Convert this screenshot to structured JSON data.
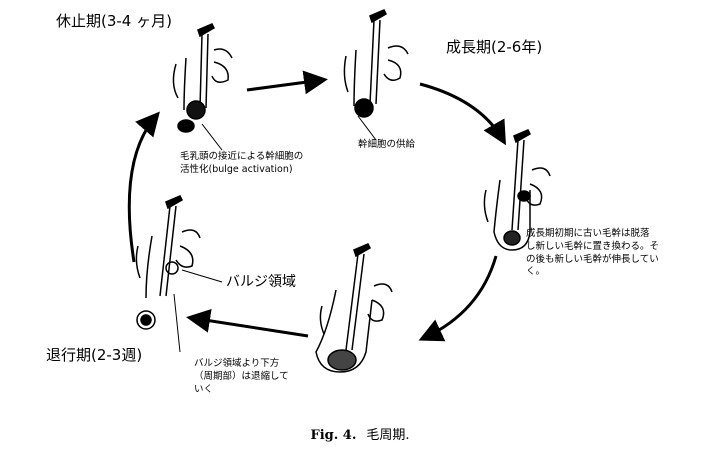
{
  "phases": {
    "telogen": "休止期(3-4 ヶ月)",
    "anagen": "成長期(2-6年)",
    "catagen": "退行期(2-3週)"
  },
  "notes": {
    "bulge_activation": [
      "毛乳頭の接近による幹細胞の",
      "活性化(bulge activation)"
    ],
    "stem_cell_supply": "幹細胞の供給",
    "early_anagen": [
      "成長期初期に古い毛幹は脱落",
      "し新しい毛幹に置き換わる。そ",
      "の後も新しい毛幹が伸長してい",
      "く。"
    ],
    "bulge_region": "バルジ領域",
    "below_bulge": [
      "バルジ領域より下方",
      "（周期部）は退縮して",
      "いく"
    ]
  },
  "caption": {
    "number": "Fig.  4.",
    "text": "毛周期."
  }
}
